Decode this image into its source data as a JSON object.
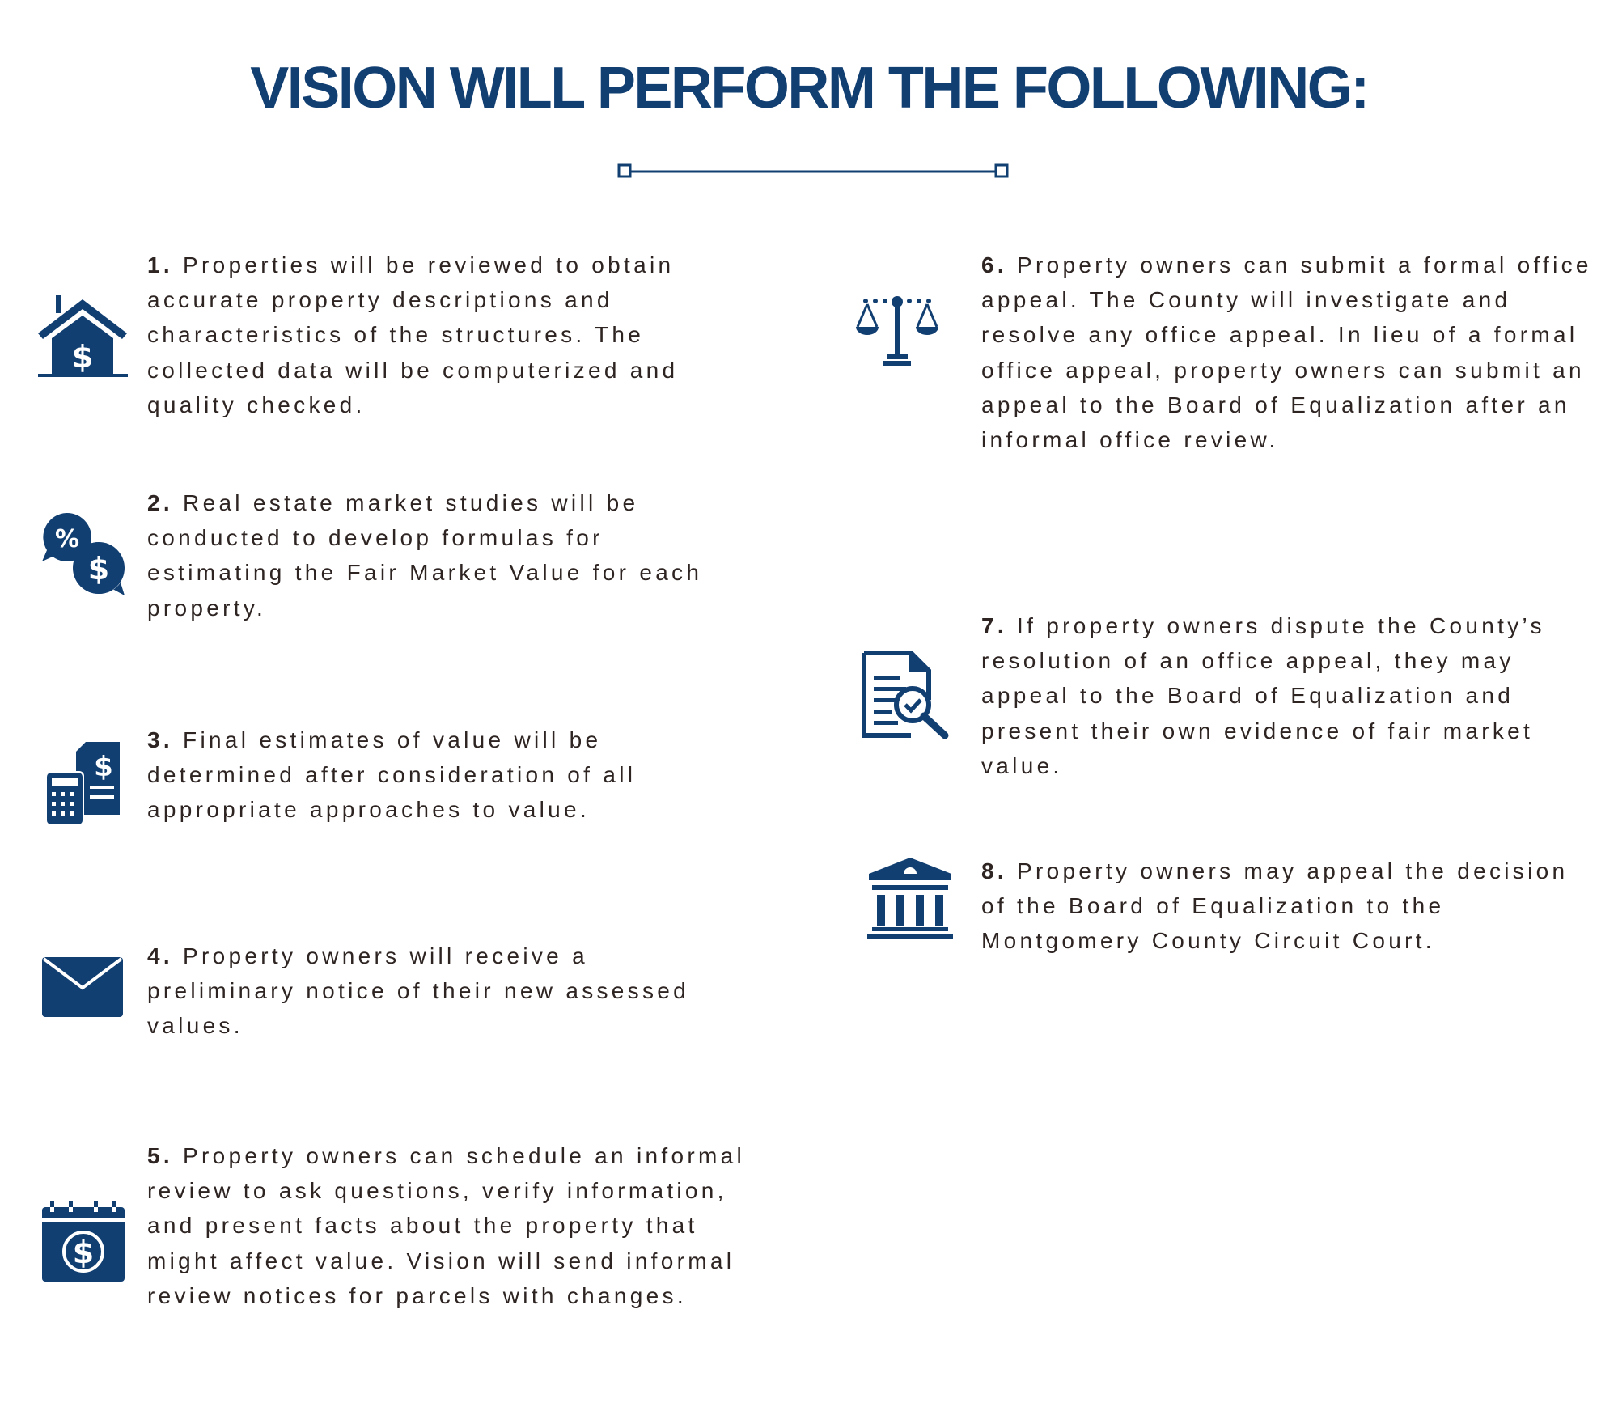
{
  "title": "VISION WILL PERFORM THE FOLLOWING:",
  "colors": {
    "accent": "#123f72",
    "text": "#2e2523",
    "background": "#ffffff"
  },
  "items": [
    {
      "number": "1.",
      "text": "Properties will be reviewed to obtain accurate property descriptions and characteristics of the structures. The collected data will be computerized and quality checked.",
      "icon": "house-dollar-icon"
    },
    {
      "number": "2.",
      "text": "Real estate market studies will be conducted to develop formulas for estimating the Fair Market Value for each property.",
      "icon": "percent-dollar-chat-icon"
    },
    {
      "number": "3.",
      "text": "Final estimates of value will be determined after consideration of all appropriate approaches to value.",
      "icon": "calculator-invoice-icon"
    },
    {
      "number": "4.",
      "text": "Property owners will receive a preliminary notice of their new assessed values.",
      "icon": "envelope-icon"
    },
    {
      "number": "5.",
      "text": "Property owners can schedule an informal review to ask questions, verify information, and present facts about the property that might affect value. Vision will send informal review notices for parcels with changes.",
      "icon": "calendar-dollar-icon"
    },
    {
      "number": "6.",
      "text": "Property owners can submit a formal office appeal. The County will investigate and resolve any office appeal. In lieu of a formal office appeal, property owners can submit an appeal to the Board of Equalization after an informal office review.",
      "icon": "scales-icon"
    },
    {
      "number": "7.",
      "text": "If property owners dispute the County’s resolution of an office appeal, they may appeal to the Board of Equalization and present their own evidence of fair market value.",
      "icon": "document-search-icon"
    },
    {
      "number": "8.",
      "text": "Property owners may appeal the decision of the Board of Equalization to the Montgomery County Circuit Court.",
      "icon": "courthouse-icon"
    }
  ]
}
